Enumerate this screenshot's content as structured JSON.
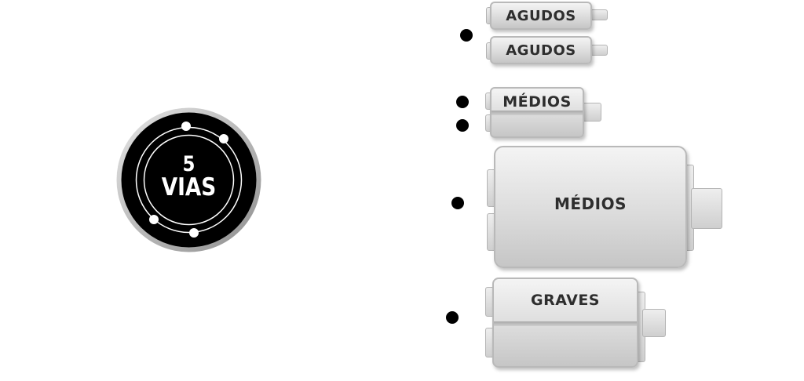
{
  "badge": {
    "number": "5",
    "word": "VIAS"
  },
  "components": [
    {
      "label": "AGUDOS"
    },
    {
      "label": "AGUDOS"
    },
    {
      "label": "MÉDIOS"
    },
    {
      "label": "MÉDIOS"
    },
    {
      "label": "GRAVES"
    }
  ],
  "colors": {
    "box": "#d9d9d9",
    "text": "#2e2e2e",
    "badge": "#000000"
  }
}
